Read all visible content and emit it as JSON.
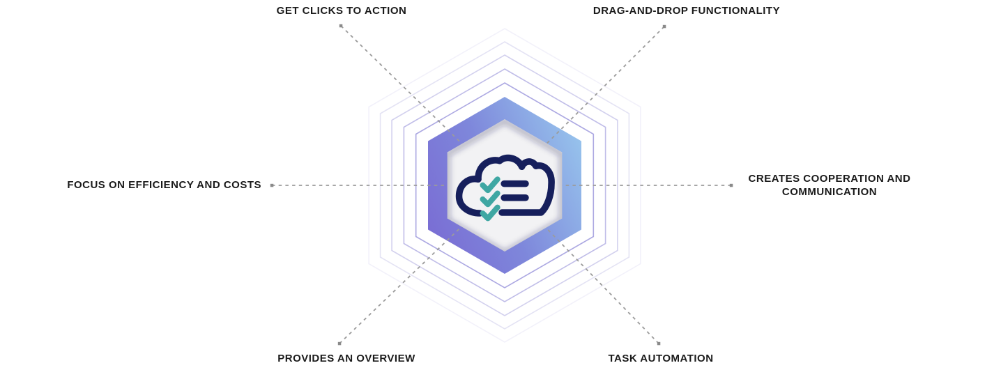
{
  "diagram": {
    "title": "cloud-task-management-features-infographic",
    "center_icon": "cloud-checklist",
    "labels": {
      "top_left": "GET CLICKS TO ACTION",
      "top_right": "DRAG-AND-DROP FUNCTIONALITY",
      "left": "FOCUS ON EFFICIENCY AND COSTS",
      "right": "CREATES COOPERATION AND\nCOMMUNICATION",
      "bottom_left": "PROVIDES AN OVERVIEW",
      "bottom_right": "TASK AUTOMATION"
    }
  },
  "colors": {
    "hex_gradient": [
      "#7a6ed4",
      "#7e87db",
      "#96c2ec"
    ],
    "inner_hex_fill": "#f2f2f4",
    "inner_hex_shadow": "rgba(40,40,80,0.28)",
    "cloud_navy": "#161f5c",
    "check_teal": "#3fa7a3",
    "dash_line": "#9b9b9b",
    "dash_dot": "#8a8a8a",
    "label_text": "#1a1a1a",
    "rings": [
      "#f2f1fa",
      "#e4e3f4",
      "#d3d1ee",
      "#c0bde8",
      "#aca8e2"
    ]
  }
}
